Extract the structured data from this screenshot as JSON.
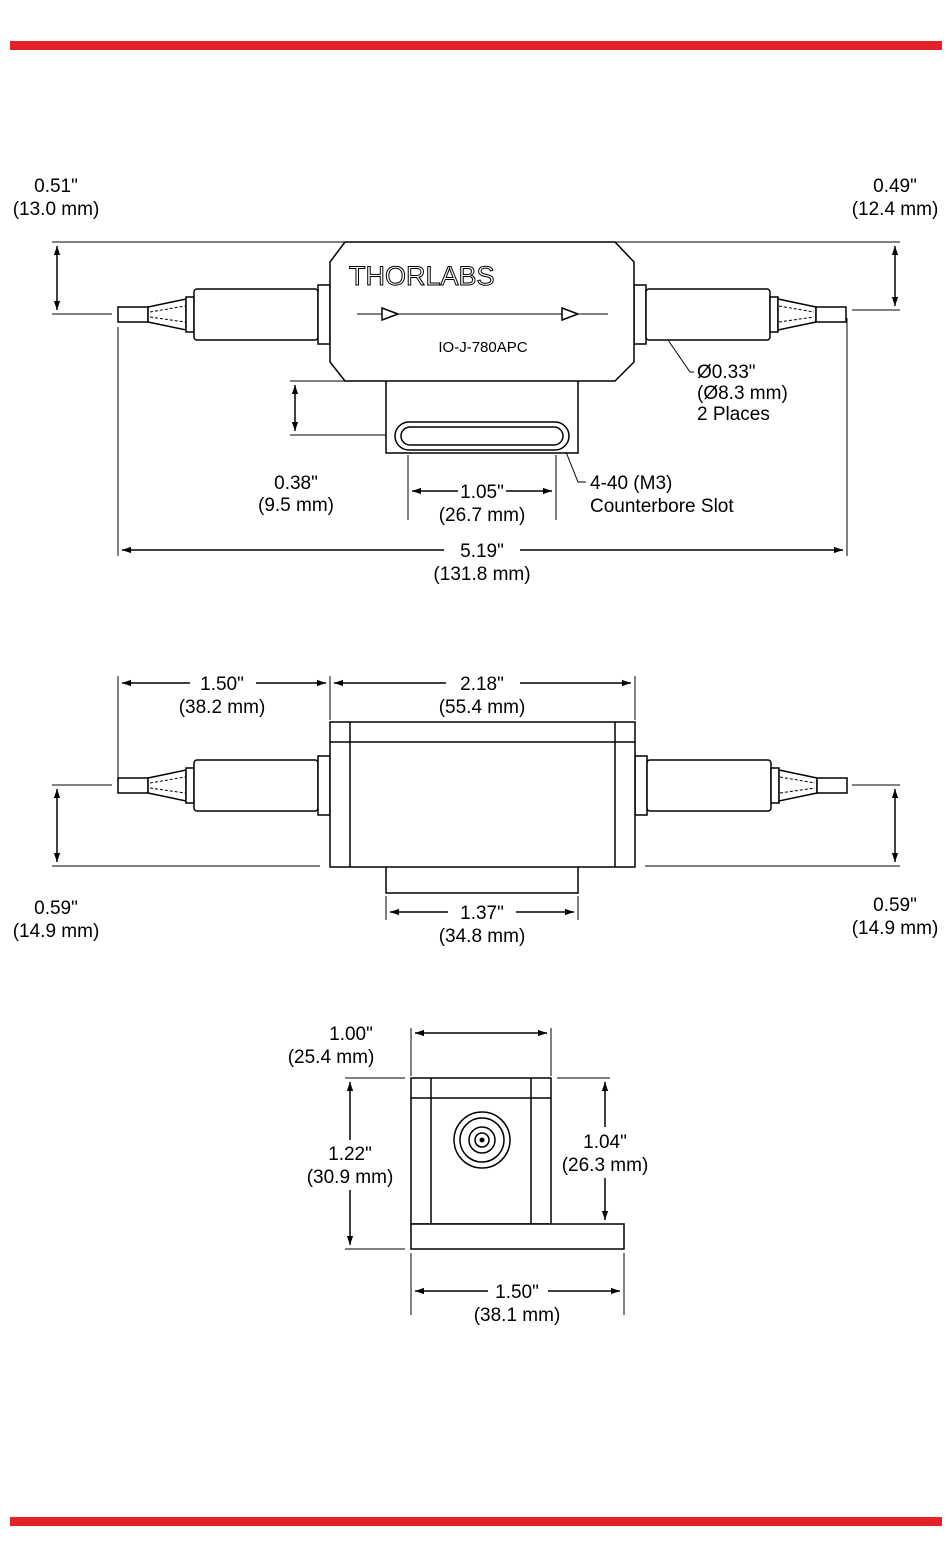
{
  "colors": {
    "accent_bar": "#e32227"
  },
  "top_view": {
    "brand": "THORLABS",
    "model": "IO-J-780APC",
    "left_offset": {
      "in": "0.51\"",
      "mm": "(13.0 mm)"
    },
    "right_offset": {
      "in": "0.49\"",
      "mm": "(12.4 mm)"
    },
    "housing_dia": {
      "in": "Ø0.33\"",
      "mm": "(Ø8.3 mm)",
      "note": "2 Places"
    },
    "base_height": {
      "in": "0.38\"",
      "mm": "(9.5 mm)"
    },
    "slot_length": {
      "in": "1.05\"",
      "mm": "(26.7 mm)"
    },
    "slot_label": {
      "line1": "4-40 (M3)",
      "line2": "Counterbore Slot"
    },
    "overall_length": {
      "in": "5.19\"",
      "mm": "(131.8 mm)"
    }
  },
  "side_view": {
    "pigtail_length": {
      "in": "1.50\"",
      "mm": "(38.2 mm)"
    },
    "body_length": {
      "in": "2.18\"",
      "mm": "(55.4 mm)"
    },
    "left_height": {
      "in": "0.59\"",
      "mm": "(14.9 mm)"
    },
    "right_height": {
      "in": "0.59\"",
      "mm": "(14.9 mm)"
    },
    "base_length": {
      "in": "1.37\"",
      "mm": "(34.8 mm)"
    }
  },
  "end_view": {
    "width": {
      "in": "1.00\"",
      "mm": "(25.4 mm)"
    },
    "total_height": {
      "in": "1.22\"",
      "mm": "(30.9 mm)"
    },
    "body_height": {
      "in": "1.04\"",
      "mm": "(26.3 mm)"
    },
    "base_width": {
      "in": "1.50\"",
      "mm": "(38.1 mm)"
    }
  }
}
